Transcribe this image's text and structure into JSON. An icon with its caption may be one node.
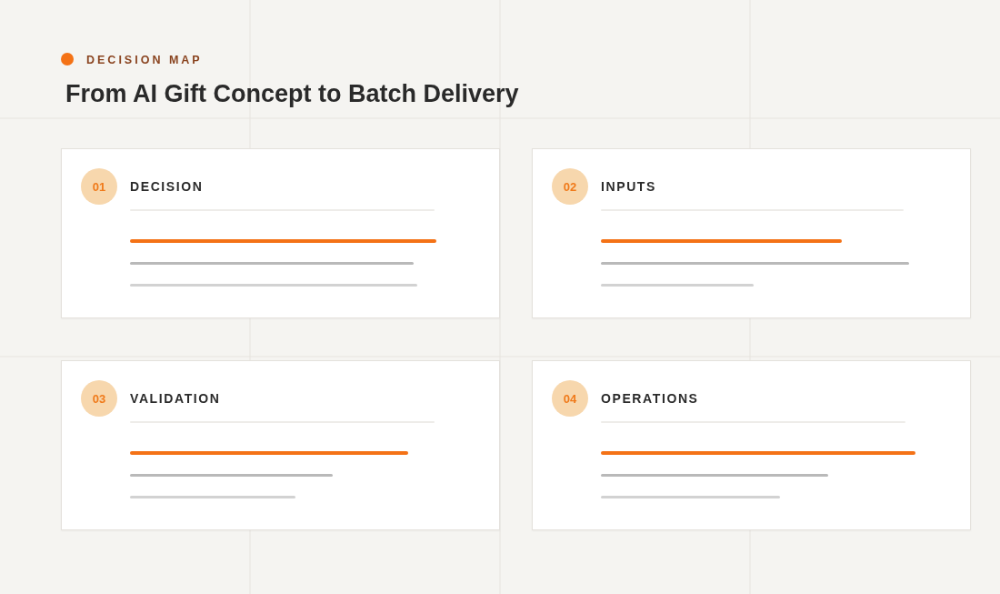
{
  "diagram": {
    "title": "From AI Gift Concept to Batch Delivery",
    "nodes": [
      {
        "text": [
          "DECISION"
        ]
      },
      {
        "text": [
          "01"
        ],
        "in": 0
      },
      {
        "text": [
          "INPUTS"
        ]
      },
      {
        "text": [
          "02"
        ],
        "in": 2
      },
      {
        "text": [
          "VALIDATION"
        ]
      },
      {
        "text": [
          "03"
        ],
        "in": 4
      },
      {
        "text": [
          "OPERATIONS"
        ]
      },
      {
        "text": [
          "04"
        ],
        "in": 6
      }
    ],
    "labels": [
      "DECISION MAP"
    ]
  }
}
